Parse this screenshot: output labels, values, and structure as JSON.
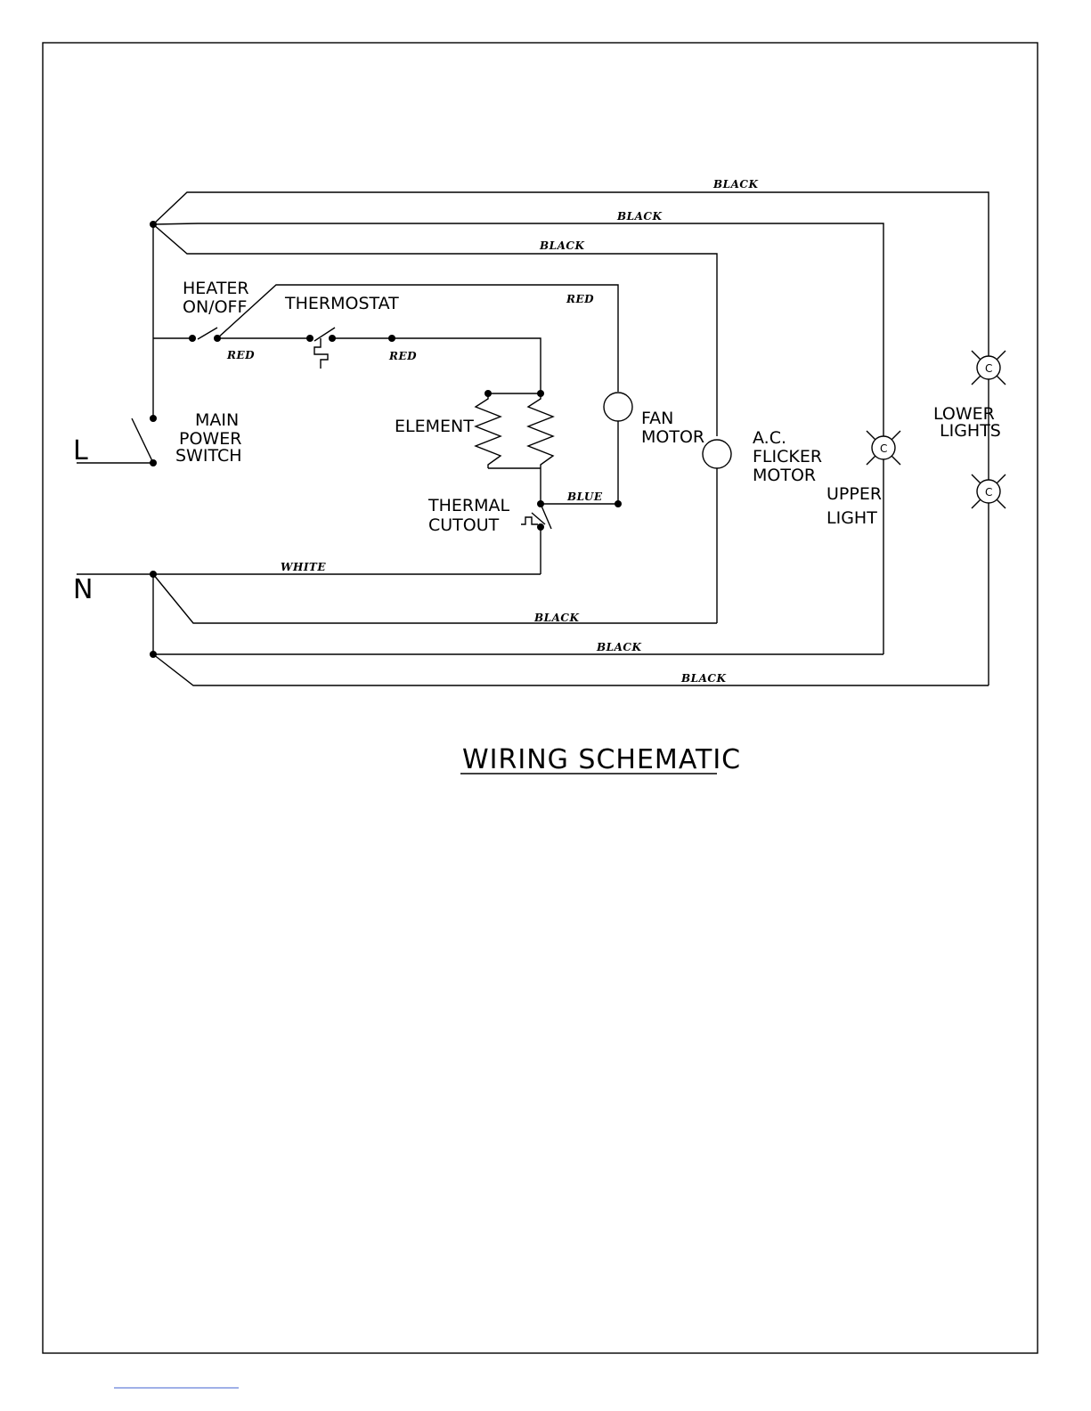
{
  "title": "WIRING SCHEMATIC",
  "terminals": {
    "line": "L",
    "neutral": "N"
  },
  "labels": {
    "heater_line1": "HEATER",
    "heater_line2": "ON/OFF",
    "thermostat": "THERMOSTAT",
    "main_line1": "MAIN",
    "main_line2": "POWER",
    "main_line3": "SWITCH",
    "element": "ELEMENT",
    "thermal_line1": "THERMAL",
    "thermal_line2": "CUTOUT",
    "fan_line1": "FAN",
    "fan_line2": "MOTOR",
    "flicker_line1": "A.C.",
    "flicker_line2": "FLICKER",
    "flicker_line3": "MOTOR",
    "upper_line1": "UPPER",
    "upper_line2": "LIGHT",
    "lower_line1": "LOWER",
    "lower_line2": "LIGHTS",
    "lamp_mark": "C"
  },
  "wires": {
    "black_top1": "BLACK",
    "black_top2": "BLACK",
    "black_top3": "BLACK",
    "red_top": "RED",
    "red_switch": "RED",
    "red_thermostat": "RED",
    "blue": "BLUE",
    "white": "WHITE",
    "black_bot1": "BLACK",
    "black_bot2": "BLACK",
    "black_bot3": "BLACK"
  },
  "colors": {
    "line": "#000000",
    "background": "#ffffff"
  }
}
